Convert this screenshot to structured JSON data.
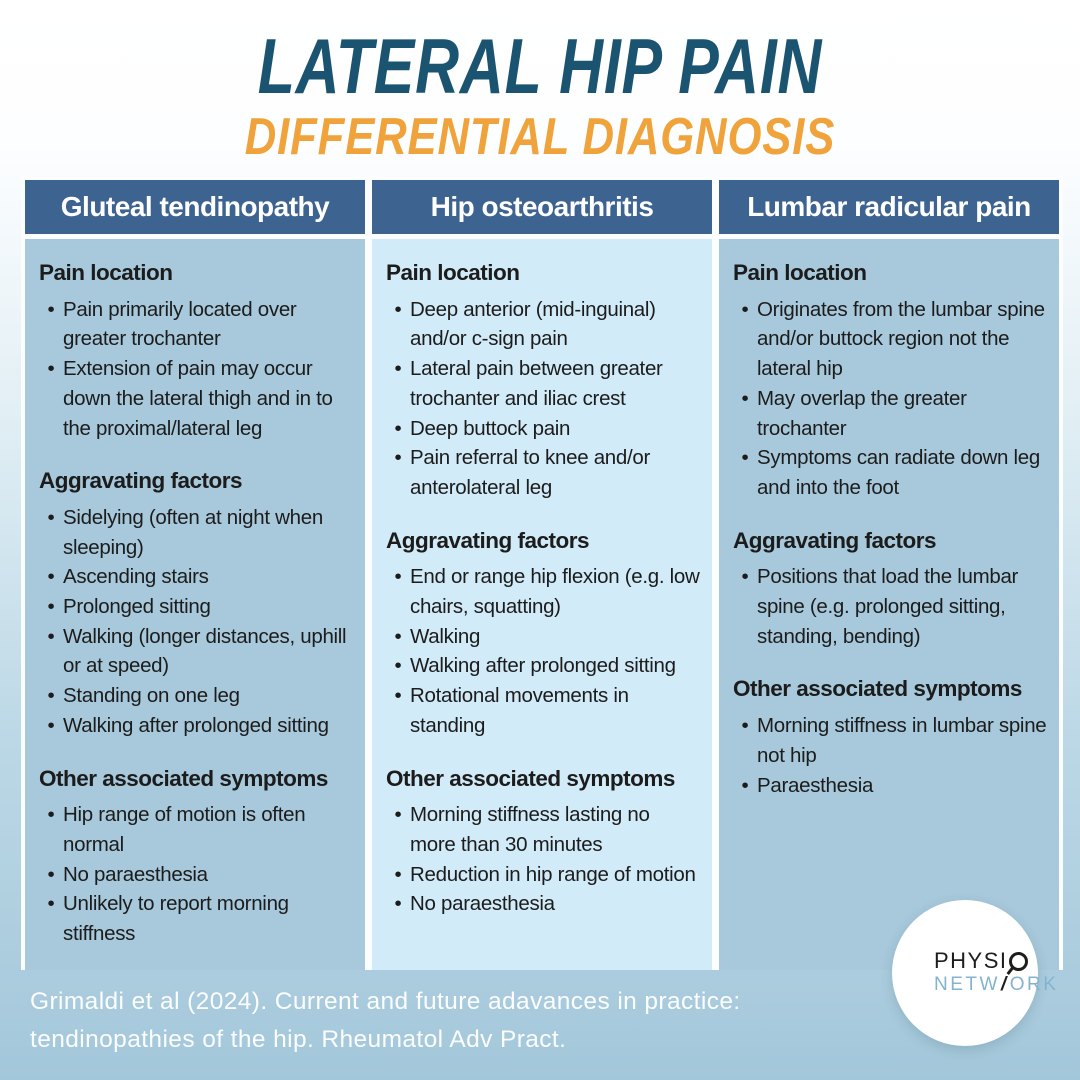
{
  "title": {
    "line1": "LATERAL HIP PAIN",
    "line2": "DIFFERENTIAL DIAGNOSIS"
  },
  "columns": [
    {
      "header": "Gluteal tendinopathy",
      "highlight": false,
      "sections": [
        {
          "heading": "Pain location",
          "bullets": [
            "Pain primarily located over greater trochanter",
            "Extension of pain may occur down the lateral thigh and in to the proximal/lateral leg"
          ]
        },
        {
          "heading": "Aggravating factors",
          "bullets": [
            "Sidelying (often at night when sleeping)",
            "Ascending stairs",
            "Prolonged sitting",
            "Walking (longer distances, uphill or at speed)",
            "Standing on one leg",
            "Walking after prolonged sitting"
          ]
        },
        {
          "heading": "Other associated symptoms",
          "bullets": [
            "Hip range of motion is often normal",
            "No paraesthesia",
            "Unlikely to report morning stiffness"
          ]
        }
      ]
    },
    {
      "header": "Hip osteoarthritis",
      "highlight": true,
      "sections": [
        {
          "heading": "Pain location",
          "bullets": [
            "Deep anterior (mid-inguinal) and/or c-sign pain",
            "Lateral pain between greater trochanter and iliac crest",
            "Deep buttock pain",
            "Pain referral to knee and/or anterolateral leg"
          ]
        },
        {
          "heading": "Aggravating factors",
          "bullets": [
            "End or range hip flexion (e.g. low chairs, squatting)",
            "Walking",
            "Walking after prolonged sitting",
            "Rotational movements in standing"
          ]
        },
        {
          "heading": "Other associated symptoms",
          "bullets": [
            "Morning stiffness lasting no more than 30 minutes",
            "Reduction in hip range of motion",
            "No paraesthesia"
          ]
        }
      ]
    },
    {
      "header": "Lumbar radicular pain",
      "highlight": false,
      "sections": [
        {
          "heading": "Pain location",
          "bullets": [
            "Originates from the lumbar spine and/or buttock region not the lateral hip",
            "May overlap the greater trochanter",
            "Symptoms can radiate down leg and into the foot"
          ]
        },
        {
          "heading": "Aggravating factors",
          "bullets": [
            "Positions that load the lumbar spine (e.g. prolonged sitting, standing, bending)"
          ]
        },
        {
          "heading": "Other associated symptoms",
          "bullets": [
            "Morning stiffness in lumbar spine not hip",
            "Paraesthesia"
          ]
        }
      ]
    }
  ],
  "citation": {
    "line1": "Grimaldi et al (2024). Current and future adavances in practice:",
    "line2": "tendinopathies of the hip. Rheumatol Adv Pract."
  },
  "logo": {
    "physio": "PHYSI",
    "net1": "NETW",
    "slash": "/",
    "net2": "ORK"
  },
  "ui": {
    "bullet": "•"
  },
  "colors": {
    "title_navy": "#1b5470",
    "title_orange": "#efa33a",
    "header_blue": "#3d6391",
    "panel_blue": "#a7c9db",
    "panel_highlight": "#d2ebf8",
    "text_dark": "#1c1c1c",
    "logo_blue": "#85b3cf"
  }
}
